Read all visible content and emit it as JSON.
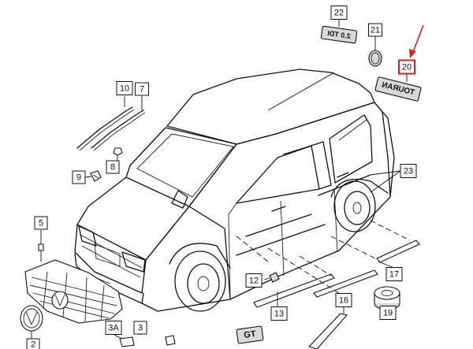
{
  "callouts": [
    {
      "id": "c22",
      "label": "22",
      "highlight": false
    },
    {
      "id": "c21",
      "label": "21",
      "highlight": false
    },
    {
      "id": "c20",
      "label": "20",
      "highlight": true
    },
    {
      "id": "c10",
      "label": "10",
      "highlight": false
    },
    {
      "id": "c7",
      "label": "7",
      "highlight": false
    },
    {
      "id": "c8",
      "label": "8",
      "highlight": false
    },
    {
      "id": "c9",
      "label": "9",
      "highlight": false
    },
    {
      "id": "c23",
      "label": "23",
      "highlight": false
    },
    {
      "id": "c5",
      "label": "5",
      "highlight": false
    },
    {
      "id": "c12",
      "label": "12",
      "highlight": false
    },
    {
      "id": "c17",
      "label": "17",
      "highlight": false
    },
    {
      "id": "c16",
      "label": "16",
      "highlight": false
    },
    {
      "id": "c13",
      "label": "13",
      "highlight": false
    },
    {
      "id": "c19",
      "label": "19",
      "highlight": false
    },
    {
      "id": "c3A",
      "label": "3A",
      "highlight": false
    },
    {
      "id": "c3",
      "label": "3",
      "highlight": false
    },
    {
      "id": "c2",
      "label": "2",
      "highlight": false
    }
  ],
  "badges": {
    "badge_22": "2.0 TDI",
    "badge_20": "TOURAN",
    "badge_bottom": "GT"
  },
  "colors": {
    "highlight": "#d42020",
    "line": "#111111",
    "background": "#ffffff"
  }
}
